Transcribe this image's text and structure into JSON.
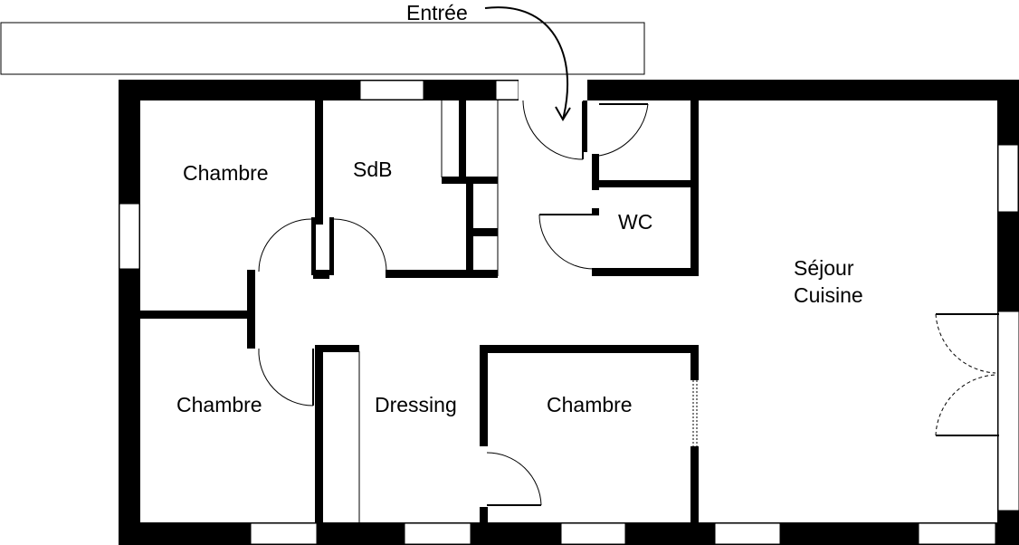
{
  "labels": {
    "entree": "Entrée",
    "chambre_top_left": "Chambre",
    "sdb": "SdB",
    "wc": "WC",
    "sejour_line1": "Séjour",
    "sejour_line2": "Cuisine",
    "chambre_bottom_left": "Chambre",
    "dressing": "Dressing",
    "chambre_center": "Chambre"
  },
  "colors": {
    "wall": "#000000",
    "background": "#ffffff",
    "door_swing": "#000000"
  }
}
